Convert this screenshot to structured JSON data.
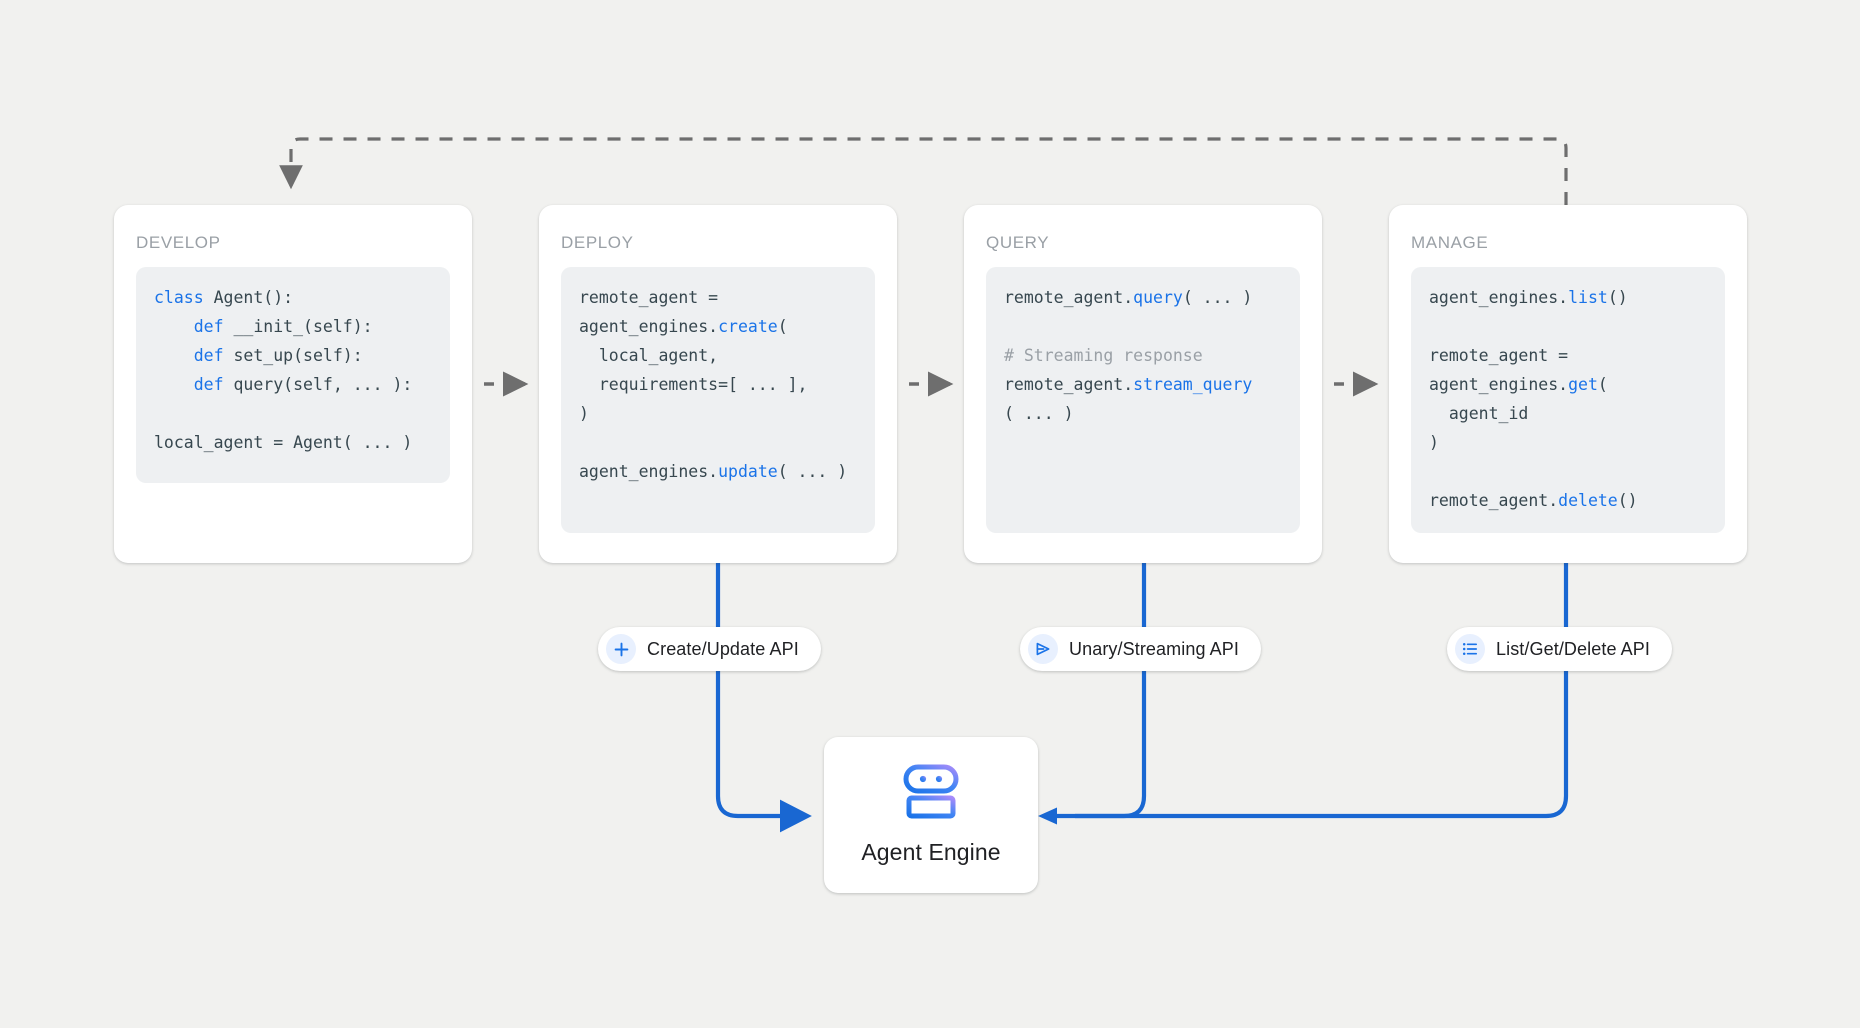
{
  "canvas": {
    "background_color": "#f1f1ef",
    "accent_blue": "#1a73e8",
    "connector_blue": "#1967d2",
    "dashed_gray": "#6e6e6e",
    "card_background": "#ffffff",
    "code_background": "#eef0f2"
  },
  "stages": [
    {
      "title": "DEVELOP",
      "code_lines": [
        [
          {
            "t": "class ",
            "c": "kw"
          },
          {
            "t": "Agent():",
            "c": ""
          }
        ],
        [
          {
            "t": "    ",
            "c": ""
          },
          {
            "t": "def ",
            "c": "kw"
          },
          {
            "t": "__init_(self):",
            "c": ""
          }
        ],
        [
          {
            "t": "    ",
            "c": ""
          },
          {
            "t": "def ",
            "c": "kw"
          },
          {
            "t": "set_up(self):",
            "c": ""
          }
        ],
        [
          {
            "t": "    ",
            "c": ""
          },
          {
            "t": "def ",
            "c": "kw"
          },
          {
            "t": "query(self, ... ):",
            "c": ""
          }
        ],
        [
          {
            "t": "",
            "c": ""
          }
        ],
        [
          {
            "t": "local_agent = Agent( ... )",
            "c": ""
          }
        ]
      ]
    },
    {
      "title": "DEPLOY",
      "code_lines": [
        [
          {
            "t": "remote_agent =",
            "c": ""
          }
        ],
        [
          {
            "t": "agent_engines.",
            "c": ""
          },
          {
            "t": "create",
            "c": "fn"
          },
          {
            "t": "(",
            "c": ""
          }
        ],
        [
          {
            "t": "  local_agent,",
            "c": ""
          }
        ],
        [
          {
            "t": "  requirements=[ ... ],",
            "c": ""
          }
        ],
        [
          {
            "t": ")",
            "c": ""
          }
        ],
        [
          {
            "t": "",
            "c": ""
          }
        ],
        [
          {
            "t": "agent_engines.",
            "c": ""
          },
          {
            "t": "update",
            "c": "fn"
          },
          {
            "t": "( ... )",
            "c": ""
          }
        ]
      ]
    },
    {
      "title": "QUERY",
      "code_lines": [
        [
          {
            "t": "remote_agent.",
            "c": ""
          },
          {
            "t": "query",
            "c": "fn"
          },
          {
            "t": "( ... )",
            "c": ""
          }
        ],
        [
          {
            "t": "",
            "c": ""
          }
        ],
        [
          {
            "t": "# Streaming response",
            "c": "cm"
          }
        ],
        [
          {
            "t": "remote_agent.",
            "c": ""
          },
          {
            "t": "stream_query",
            "c": "fn"
          }
        ],
        [
          {
            "t": "( ... )",
            "c": ""
          }
        ]
      ]
    },
    {
      "title": "MANAGE",
      "code_lines": [
        [
          {
            "t": "agent_engines.",
            "c": ""
          },
          {
            "t": "list",
            "c": "fn"
          },
          {
            "t": "()",
            "c": ""
          }
        ],
        [
          {
            "t": "",
            "c": ""
          }
        ],
        [
          {
            "t": "remote_agent =",
            "c": ""
          }
        ],
        [
          {
            "t": "agent_engines.",
            "c": ""
          },
          {
            "t": "get",
            "c": "fn"
          },
          {
            "t": "(",
            "c": ""
          }
        ],
        [
          {
            "t": "  agent_id",
            "c": ""
          }
        ],
        [
          {
            "t": ")",
            "c": ""
          }
        ],
        [
          {
            "t": "",
            "c": ""
          }
        ],
        [
          {
            "t": "remote_agent.",
            "c": ""
          },
          {
            "t": "delete",
            "c": "fn"
          },
          {
            "t": "()",
            "c": ""
          }
        ]
      ]
    }
  ],
  "api_pills": [
    {
      "label": "Create/Update API",
      "icon": "plus-icon"
    },
    {
      "label": "Unary/Streaming API",
      "icon": "send-triangle-icon"
    },
    {
      "label": "List/Get/Delete API",
      "icon": "list-icon"
    }
  ],
  "agent_engine": {
    "label": "Agent Engine",
    "icon": "robot-icon"
  },
  "flow": {
    "solid_arrows": 3,
    "dashed_arrows": 1,
    "dashed_feedback_direction": "MANAGE to DEVELOP"
  }
}
